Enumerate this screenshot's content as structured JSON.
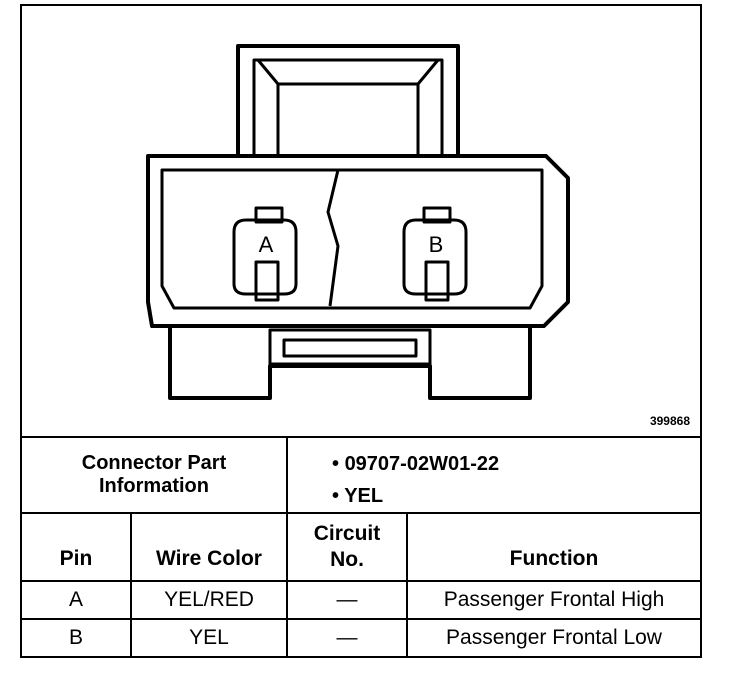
{
  "figure_id": "399868",
  "connector": {
    "pin_labels": [
      "A",
      "B"
    ]
  },
  "part_info": {
    "label_line1": "Connector Part",
    "label_line2": "Information",
    "items": [
      "09707-02W01-22",
      "YEL"
    ]
  },
  "table": {
    "headers": {
      "pin": "Pin",
      "wire_color": "Wire Color",
      "circuit_line1": "Circuit",
      "circuit_line2": "No.",
      "function": "Function"
    },
    "rows": [
      {
        "pin": "A",
        "wire_color": "YEL/RED",
        "circuit": "—",
        "function": "Passenger Frontal High"
      },
      {
        "pin": "B",
        "wire_color": "YEL",
        "circuit": "—",
        "function": "Passenger Frontal Low"
      }
    ]
  }
}
